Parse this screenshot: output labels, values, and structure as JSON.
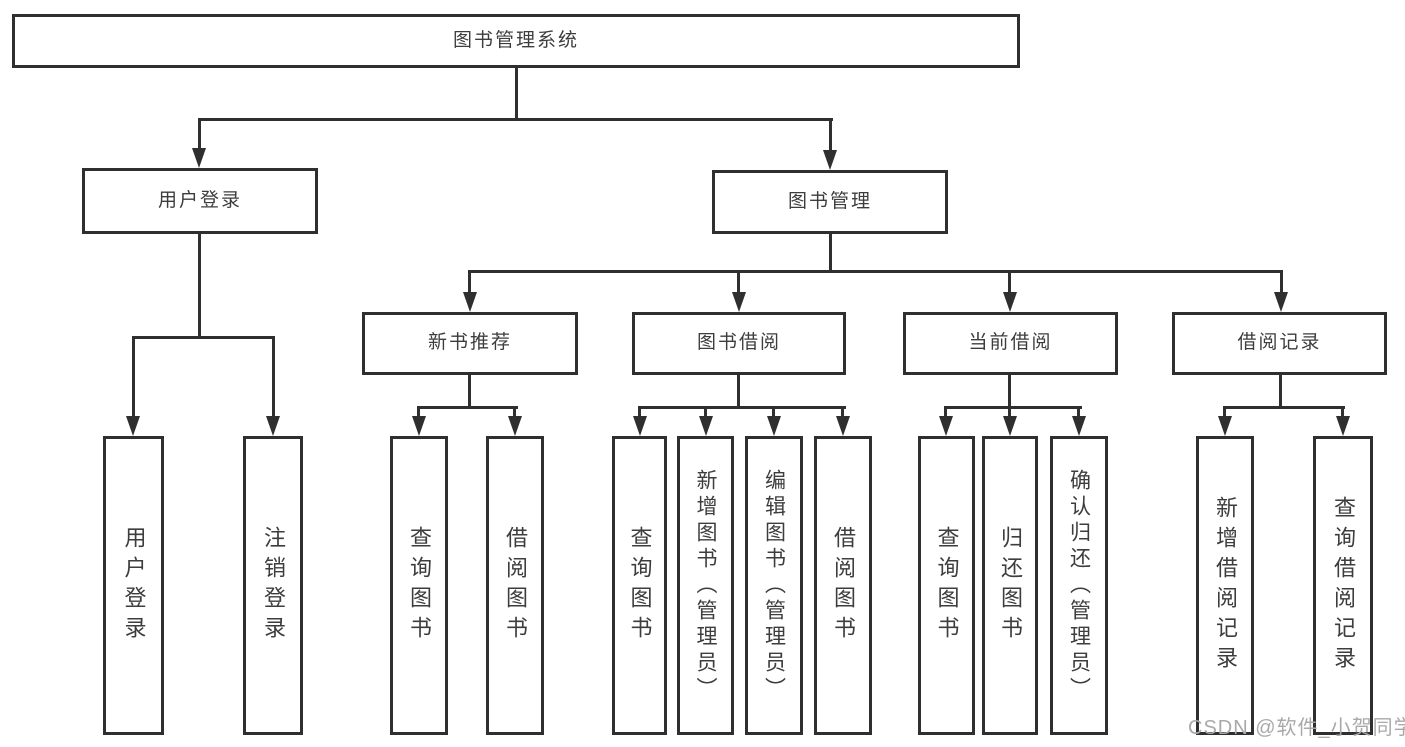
{
  "diagram": {
    "title": "图书管理系统",
    "level2": {
      "login": {
        "label": "用户登录",
        "children": [
          "用户登录",
          "注销登录"
        ]
      },
      "manage": {
        "label": "图书管理"
      }
    },
    "sections": [
      {
        "label": "新书推荐",
        "children": [
          "查询图书",
          "借阅图书"
        ]
      },
      {
        "label": "图书借阅",
        "children": [
          "查询图书",
          "新增图书（管理员）",
          "编辑图书（管理员）",
          "借阅图书"
        ]
      },
      {
        "label": "当前借阅",
        "children": [
          "查询图书",
          "归还图书",
          "确认归还（管理员）"
        ]
      },
      {
        "label": "借阅记录",
        "children": [
          "新增借阅记录",
          "查询借阅记录"
        ]
      }
    ]
  },
  "watermark": "CSDN @软件_小贺同学",
  "colors": {
    "line": "#2f2f2f",
    "text": "#3d3d3d",
    "watermark": "#a9a9a9",
    "background": "#ffffff"
  }
}
